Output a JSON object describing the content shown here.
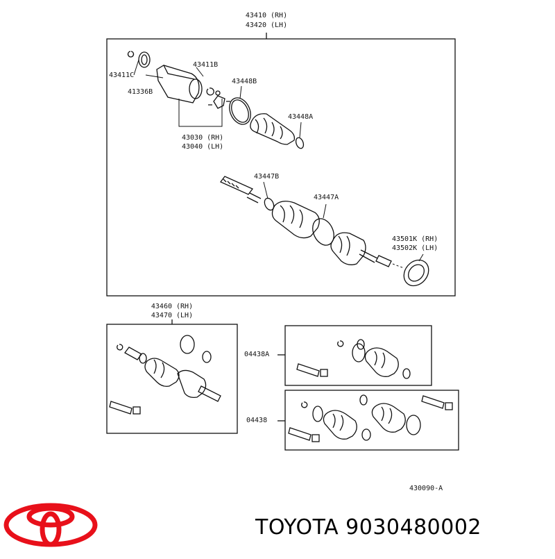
{
  "diagram": {
    "labels": {
      "assy_rh": "43410 (RH)",
      "assy_lh": "43420 (LH)",
      "ring_43411c": "43411C",
      "bearing_41336b": "41336B",
      "snap_43411b": "43411B",
      "clamp_43448b": "43448B",
      "clamp_43448a": "43448A",
      "joint_rh": "43030 (RH)",
      "joint_lh": "43040 (LH)",
      "clamp_43447b": "43447B",
      "clamp_43447a": "43447A",
      "seal_rh": "43501K (RH)",
      "seal_lh": "43502K (LH)",
      "kit_rh": "43460 (RH)",
      "kit_lh": "43470 (LH)",
      "boot_kit_a": "04438A",
      "boot_kit": "04438",
      "drawing_ref": "430090-A"
    },
    "colors": {
      "line": "#111111",
      "logo": "#e8101a"
    }
  },
  "brand": {
    "logo_icon": "toyota-logo-icon",
    "caption": "TOYOTA 9030480002"
  }
}
